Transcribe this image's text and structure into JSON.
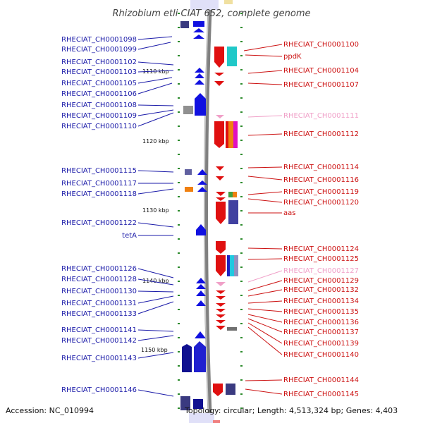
{
  "title": "Rhizobium etli CIAT 652, complete genome",
  "footer": {
    "accession": "Accession: NC_010994",
    "topology": "Topology: circular; Length: 4,513,324 bp; Genes: 4,403"
  },
  "colors": {
    "left_label": "#1a1aa8",
    "right_label": "#cc1111",
    "pink_label": "#f0a0c8",
    "backbone": "#808080",
    "tick": "#2a8a2a"
  },
  "scale_labels": [
    "1110 kbp",
    "1120 kbp",
    "1130 kbp",
    "1140 kbp",
    "1150 kbp"
  ],
  "left_genes": [
    "RHECIAT_CH0001098",
    "RHECIAT_CH0001099",
    "RHECIAT_CH0001102",
    "RHECIAT_CH0001103",
    "RHECIAT_CH0001105",
    "RHECIAT_CH0001106",
    "RHECIAT_CH0001108",
    "RHECIAT_CH0001109",
    "RHECIAT_CH0001110",
    "RHECIAT_CH0001115",
    "RHECIAT_CH0001117",
    "RHECIAT_CH0001118",
    "RHECIAT_CH0001122",
    "tetA",
    "RHECIAT_CH0001126",
    "RHECIAT_CH0001128",
    "RHECIAT_CH0001130",
    "RHECIAT_CH0001131",
    "RHECIAT_CH0001133",
    "RHECIAT_CH0001141",
    "RHECIAT_CH0001142",
    "RHECIAT_CH0001143",
    "RHECIAT_CH0001146"
  ],
  "right_genes": [
    "RHECIAT_CH0001100",
    "ppdK",
    "RHECIAT_CH0001104",
    "RHECIAT_CH0001107",
    "RHECIAT_CH0001111",
    "RHECIAT_CH0001112",
    "RHECIAT_CH0001114",
    "RHECIAT_CH0001116",
    "RHECIAT_CH0001119",
    "RHECIAT_CH0001120",
    "aas",
    "RHECIAT_CH0001124",
    "RHECIAT_CH0001125",
    "RHECIAT_CH0001127",
    "RHECIAT_CH0001129",
    "RHECIAT_CH0001132",
    "RHECIAT_CH0001134",
    "RHECIAT_CH0001135",
    "RHECIAT_CH0001136",
    "RHECIAT_CH0001137",
    "RHECIAT_CH0001139",
    "RHECIAT_CH0001140",
    "RHECIAT_CH0001144",
    "RHECIAT_CH0001145"
  ]
}
